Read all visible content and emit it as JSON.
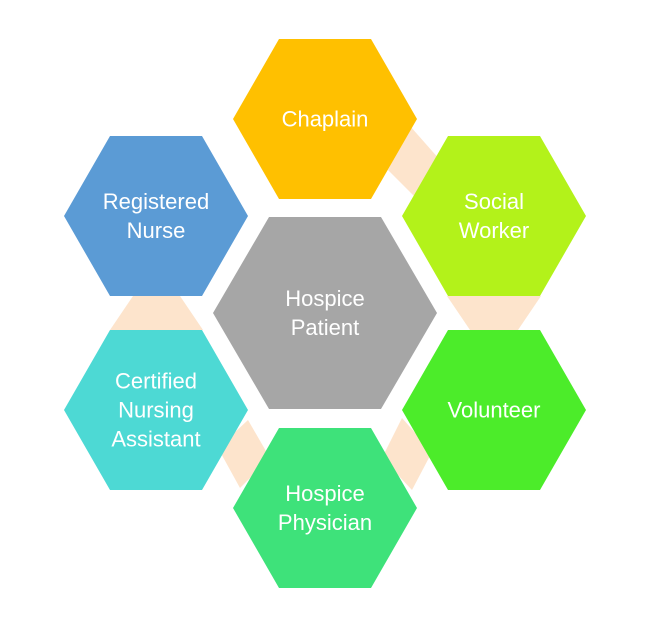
{
  "diagram": {
    "center": {
      "lines": [
        "Hospice",
        "Patient"
      ],
      "color": "#a6a6a6"
    },
    "nodes": [
      {
        "key": "chaplain",
        "lines": [
          "Chaplain"
        ],
        "color": "#ffc000"
      },
      {
        "key": "social",
        "lines": [
          "Social",
          "Worker"
        ],
        "color": "#b3f21a"
      },
      {
        "key": "volunteer",
        "lines": [
          "Volunteer"
        ],
        "color": "#4cec2a"
      },
      {
        "key": "physician",
        "lines": [
          "Hospice",
          "Physician"
        ],
        "color": "#3ee27a"
      },
      {
        "key": "cna",
        "lines": [
          "Certified",
          "Nursing",
          "Assistant"
        ],
        "color": "#4dd9d4"
      },
      {
        "key": "rn",
        "lines": [
          "Registered",
          "Nurse"
        ],
        "color": "#5b9bd5"
      }
    ],
    "connector_color": "#fde4cc"
  }
}
